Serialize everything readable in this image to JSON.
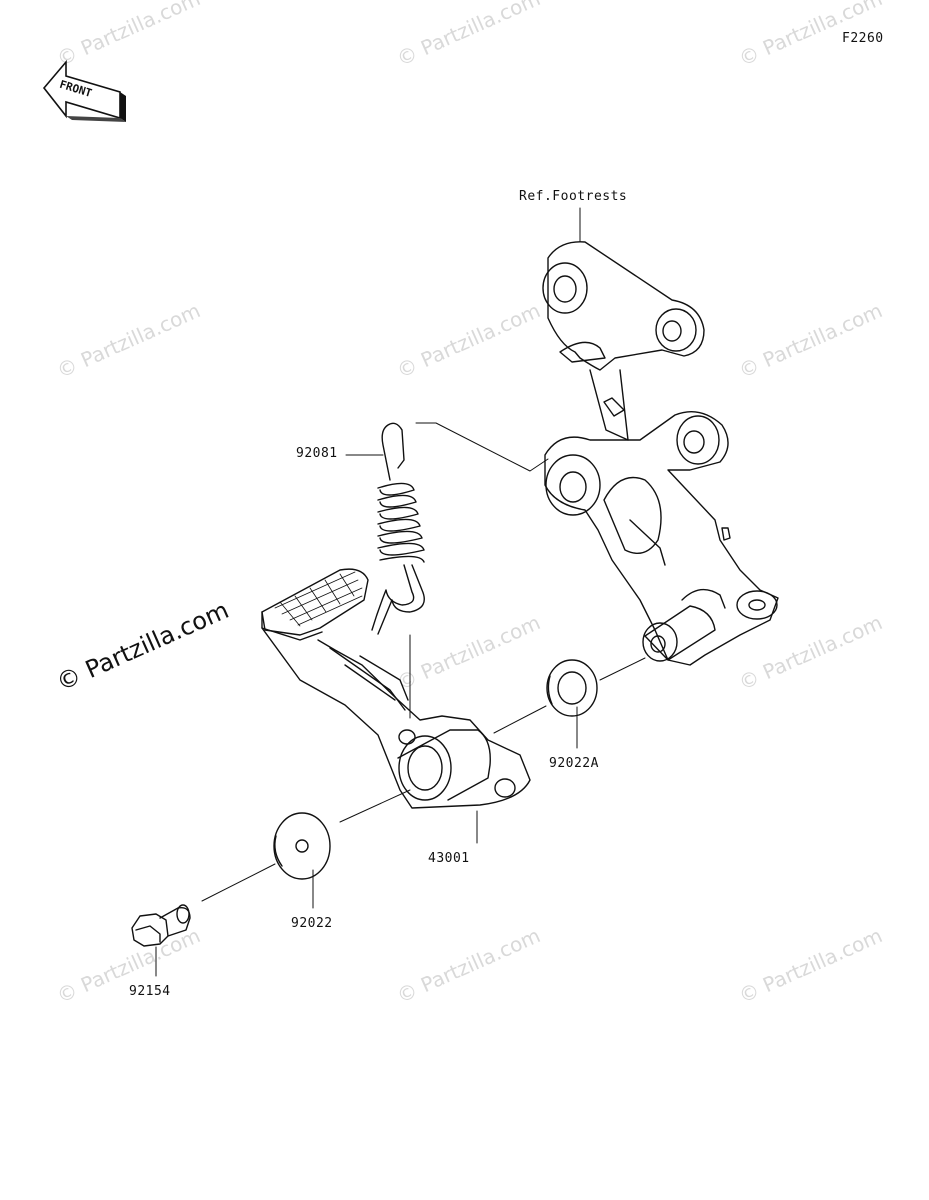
{
  "diagram_code": "F2260",
  "front_arrow_text": "FRONT",
  "ref_label": "Ref.Footrests",
  "parts": {
    "spring": "92081",
    "washer_a": "92022A",
    "pedal": "43001",
    "washer": "92022",
    "bolt": "92154"
  },
  "watermark": "© Partzilla.com",
  "watermark_main": "© Partzilla.com"
}
